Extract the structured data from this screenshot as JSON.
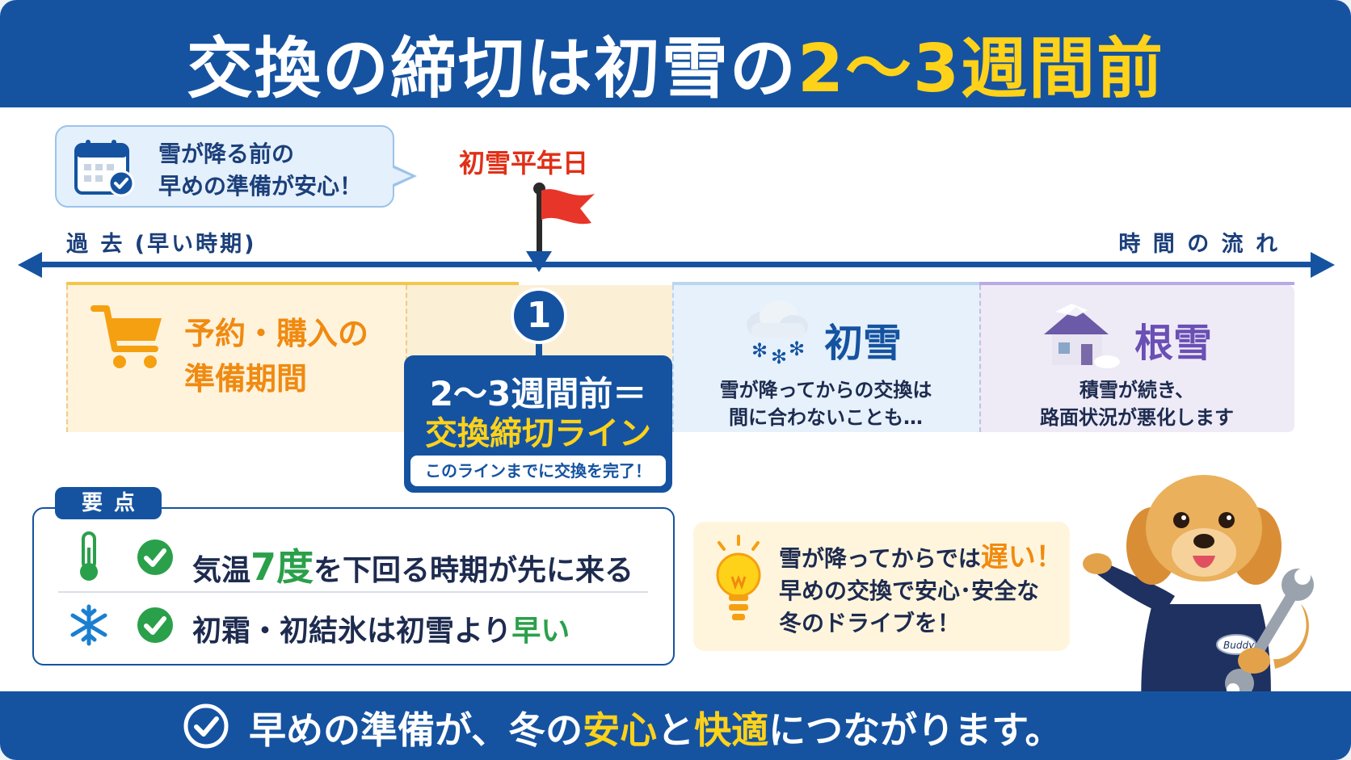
{
  "header": {
    "title_main": "交換の締切は初雪の",
    "title_highlight": "2～3週間前"
  },
  "bubble": {
    "line1": "雪が降る前の",
    "line2": "早めの準備が安心！"
  },
  "flag": {
    "label": "初雪平年日"
  },
  "timeline": {
    "left_label": "過 去 (早い時期)",
    "right_label": "時 間 の 流 れ"
  },
  "phases": {
    "prep_line1": "予約・購入の",
    "prep_line2": "準備期間",
    "first_snow_title": "初雪",
    "first_snow_desc1": "雪が降ってからの交換は",
    "first_snow_desc2": "間に合わないことも…",
    "deep_snow_title": "根雪",
    "deep_snow_desc1": "積雪が続き、",
    "deep_snow_desc2": "路面状況が悪化します"
  },
  "deadline": {
    "number": "1",
    "line1": "2～3週間前＝",
    "line2": "交換締切ライン",
    "sub": "このラインまでに交換を完了！"
  },
  "key_points": {
    "tag": "要点",
    "item1_pre": "気温",
    "item1_num": "7度",
    "item1_post": "を下回る時期が先に来る",
    "item2_pre": "初霜・初結氷は初雪より",
    "item2_hl": "早い"
  },
  "tip": {
    "line1_pre": "雪が降ってからでは",
    "line1_hl": "遅い！",
    "line2": "早めの交換で安心･安全な",
    "line3": "冬のドライブを！"
  },
  "mascot": {
    "badge": "Buddy"
  },
  "footer": {
    "pre": "早めの準備が、冬の",
    "hl1": "安心",
    "mid": "と",
    "hl2": "快適",
    "post": "につながります。"
  },
  "colors": {
    "primary": "#1553a1",
    "accent_yellow": "#ffd21a",
    "orange": "#f08a10",
    "red": "#e03018",
    "green": "#2aa04a",
    "purple": "#6a4fb4"
  },
  "icons": [
    "calendar-check-icon",
    "flag-icon",
    "cart-icon",
    "snow-cloud-icon",
    "snowy-house-icon",
    "thermometer-icon",
    "check-circle-icon",
    "snowflake-icon",
    "lightbulb-icon",
    "mascot-dog-icon",
    "wrench-icon"
  ]
}
